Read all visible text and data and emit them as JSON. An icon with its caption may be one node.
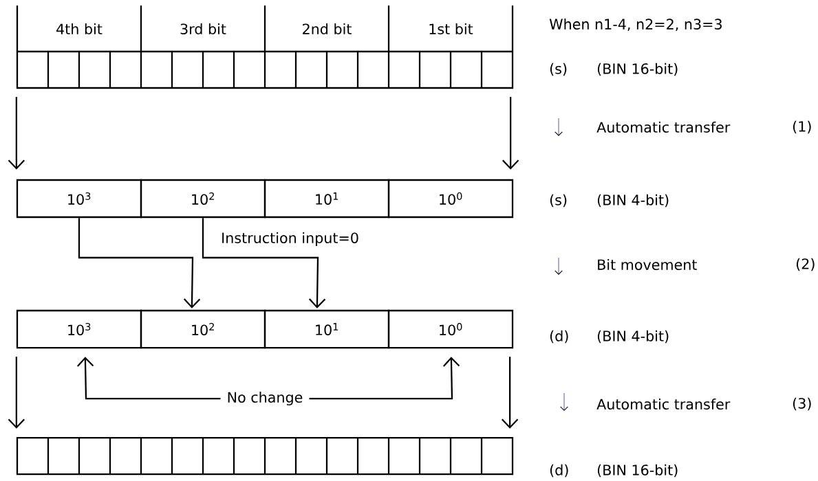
{
  "diagram": {
    "nodes": [
      {
        "text": [],
        "shape": "bar"
      },
      {
        "text": [
          "10$^{3}$"
        ]
      },
      {
        "text": [
          "10$^{2}$"
        ]
      },
      {
        "text": [
          "10$^{1}$"
        ]
      },
      {
        "text": [
          "10$^{0}$"
        ]
      },
      {
        "text": [
          "10$^{3}$"
        ]
      },
      {
        "text": [
          "10$^{2}$"
        ]
      },
      {
        "text": [
          "10$^{1}$"
        ]
      },
      {
        "text": [
          "10$^{0}$"
        ]
      },
      {
        "text": [
          "No change"
        ]
      },
      {
        "text": [],
        "shape": "bar"
      }
    ],
    "edges": [
      {
        "from": 0,
        "to": 1,
        "arrow": "to"
      },
      {
        "from": 0,
        "to": 4,
        "arrow": "to"
      },
      {
        "from": 1,
        "to": 6,
        "arrow": "to"
      },
      {
        "from": 2,
        "to": 7,
        "arrow": "to"
      },
      {
        "from": 9,
        "to": 5,
        "arrow": "to"
      },
      {
        "from": 9,
        "to": 8,
        "arrow": "to"
      },
      {
        "from": 5,
        "to": 10,
        "arrow": "to"
      },
      {
        "from": 8,
        "to": 10,
        "arrow": "to"
      }
    ],
    "labels": [
      "4th bit",
      "3rd bit",
      "2nd bit",
      "1st bit",
      "When n1-4, n2=2, n3=3",
      "(s)",
      "(BIN 16-bit)",
      "Automatic transfer",
      "(1)",
      "(s)",
      "(BIN 4-bit)",
      "Instruction input=0",
      "Bit movement",
      "(2)",
      "(d)",
      "(BIN 4-bit)",
      "Automatic transfer",
      "(3)",
      "(d)",
      "(BIN 16-bit)"
    ]
  }
}
